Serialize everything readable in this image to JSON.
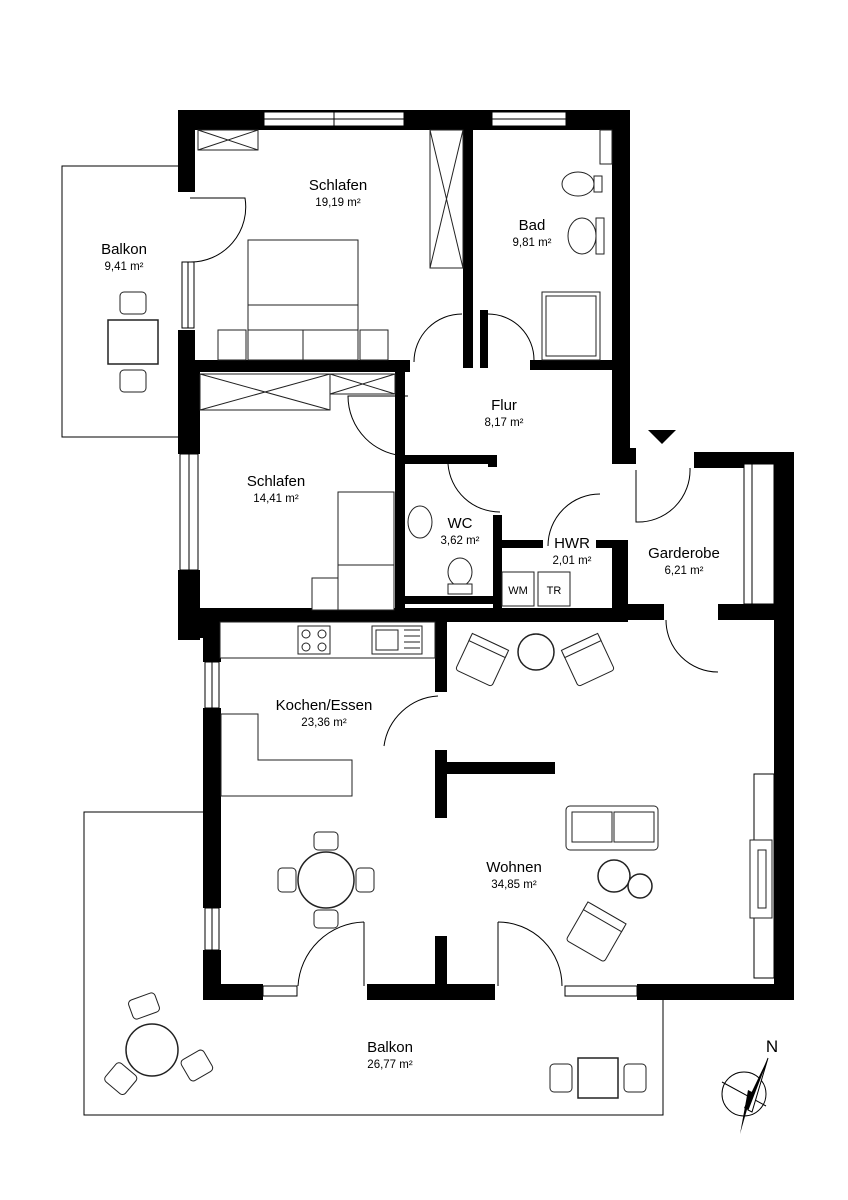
{
  "rooms": {
    "schlafen1": {
      "name": "Schlafen",
      "area": "19,19 m²"
    },
    "bad": {
      "name": "Bad",
      "area": "9,81 m²"
    },
    "balkon_west": {
      "name": "Balkon",
      "area": "9,41 m²"
    },
    "flur": {
      "name": "Flur",
      "area": "8,17 m²"
    },
    "schlafen2": {
      "name": "Schlafen",
      "area": "14,41 m²"
    },
    "wc": {
      "name": "WC",
      "area": "3,62 m²"
    },
    "hwr": {
      "name": "HWR",
      "area": "2,01 m²"
    },
    "garderobe": {
      "name": "Garderobe",
      "area": "6,21 m²"
    },
    "kochen": {
      "name": "Kochen/Essen",
      "area": "23,36 m²"
    },
    "wohnen": {
      "name": "Wohnen",
      "area": "34,85 m²"
    },
    "balkon_south": {
      "name": "Balkon",
      "area": "26,77 m²"
    }
  },
  "appliances": {
    "washer": "WM",
    "dryer": "TR"
  },
  "compass": {
    "label": "N",
    "icon": "compass-icon"
  },
  "entrance": {
    "icon": "entrance-arrow-icon"
  }
}
